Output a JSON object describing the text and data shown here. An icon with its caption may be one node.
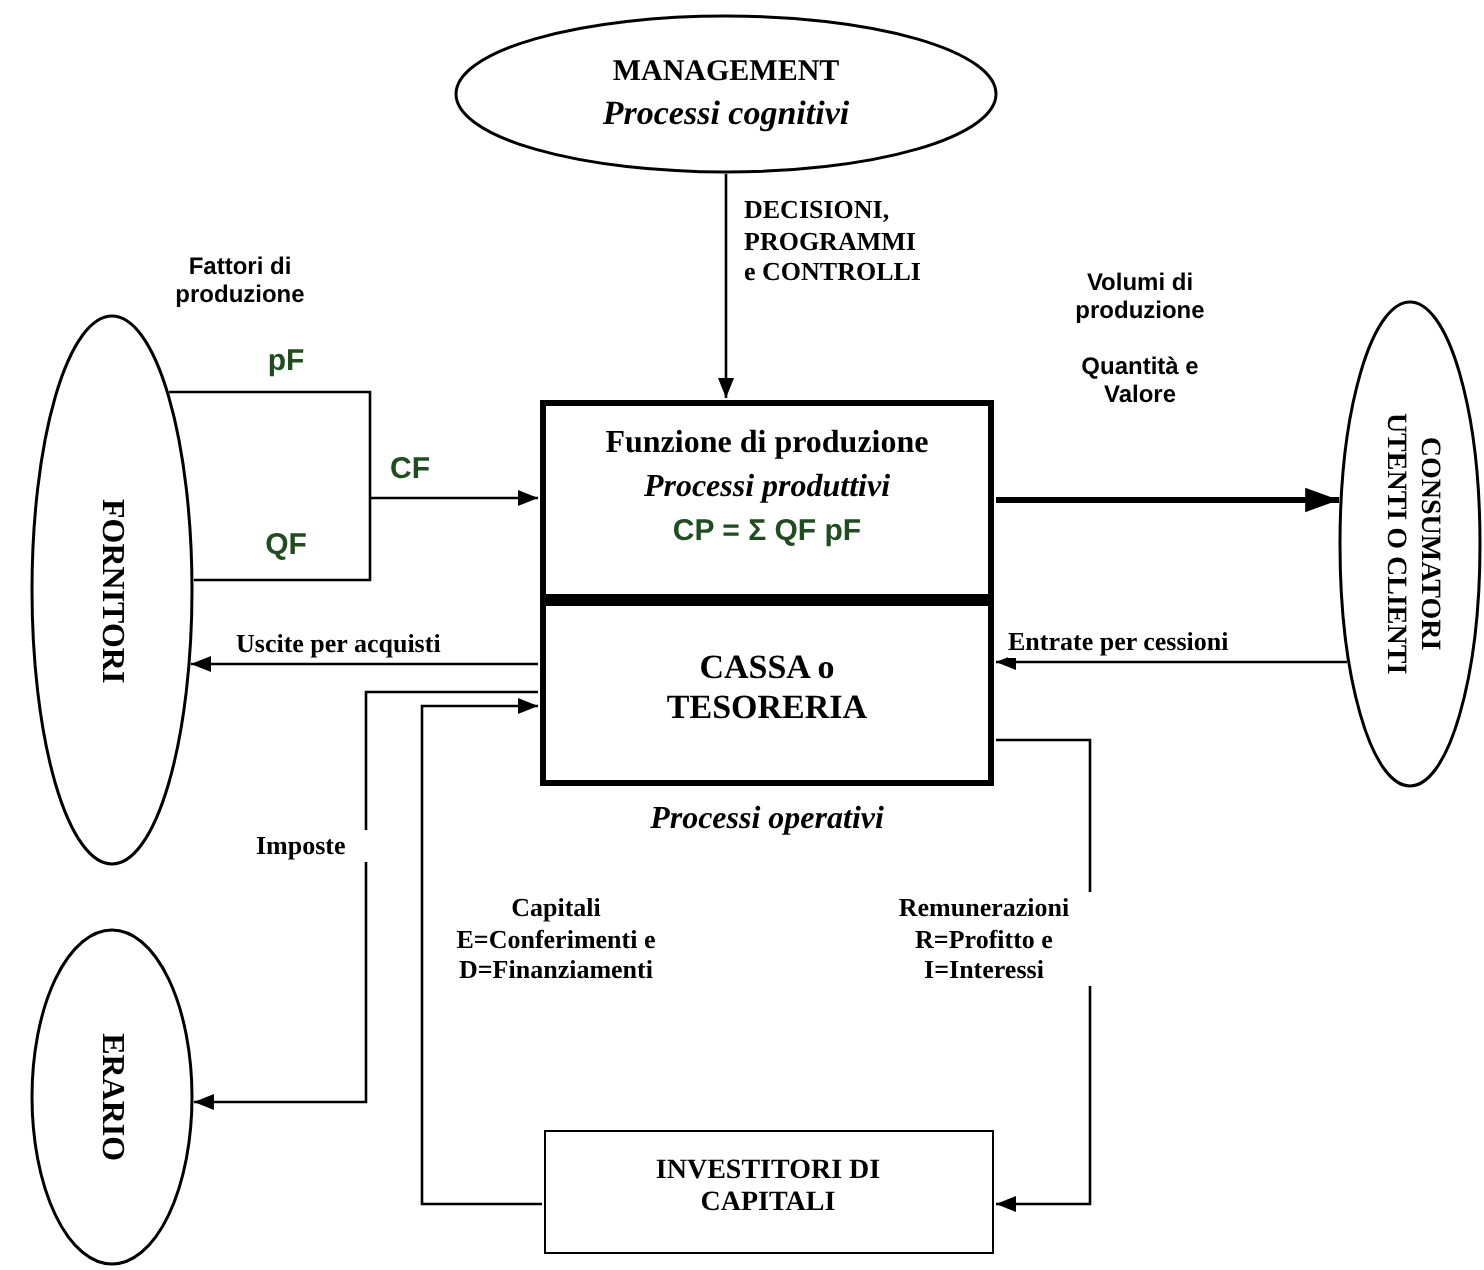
{
  "diagram": {
    "nodes": [
      {
        "text": [
          "MANAGEMENT",
          "Processi cognitivi"
        ]
      },
      {
        "text": [
          "FORNITORI"
        ]
      },
      {
        "text": [
          "Funzione di produzione",
          "Processi produttivi",
          "CP = Σ QF pF"
        ]
      },
      {
        "text": [
          "CASSA o TESORERIA"
        ],
        "beside": [
          "Processi operativi"
        ]
      },
      {
        "text": [
          "CONSUMATORI UTENTI O CLIENTI"
        ]
      },
      {
        "text": [
          "ERARIO"
        ]
      },
      {
        "text": [
          "INVESTITORI DI CAPITALI"
        ]
      }
    ],
    "edges": [
      {
        "from": 0,
        "to": 2,
        "arrow": "to",
        "label": "DECISIONI, PROGRAMMI e CONTROLLI"
      },
      {
        "from": 1,
        "to": 2,
        "arrow": "to",
        "label": "CF"
      },
      {
        "from": 2,
        "to": 4,
        "arrow": "to",
        "style": "thick"
      },
      {
        "from": 3,
        "to": 1,
        "arrow": "to",
        "label": "Uscite per acquisti"
      },
      {
        "from": 4,
        "to": 3,
        "arrow": "to",
        "label": "Entrate per cessioni"
      },
      {
        "from": 3,
        "to": 5,
        "arrow": "to",
        "label": "Imposte"
      },
      {
        "from": 6,
        "to": 3,
        "arrow": "to",
        "label": "Capitali E=Conferimenti e D=Finanziamenti"
      },
      {
        "from": 3,
        "to": 6,
        "arrow": "to",
        "label": "Remunerazioni R=Profitto e I=Interessi"
      }
    ],
    "labels": [
      "Fattori di produzione",
      "pF",
      "QF",
      "Volumi di produzione",
      "Quantità e Valore"
    ]
  }
}
